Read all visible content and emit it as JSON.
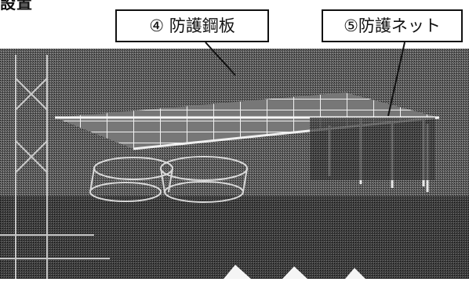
{
  "top_caption_fragment": "設置",
  "callouts": {
    "steel_plate": "④ 防護鋼板",
    "protective_net": "⑤防護ネット"
  }
}
